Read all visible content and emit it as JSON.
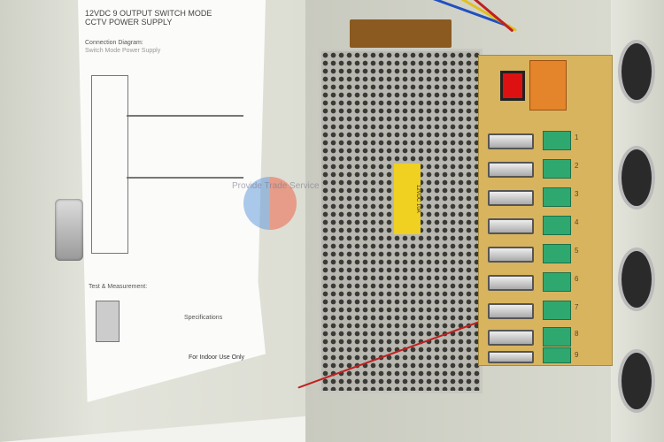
{
  "label": {
    "title_line1": "12VDC 9 OUTPUT SWITCH MODE",
    "title_line2": "CCTV POWER SUPPLY",
    "connection_diagram": "Connection Diagram:",
    "switch_mode": "Switch Mode Power Supply",
    "test_measurement": "Test & Measurement:",
    "specifications": "Specifications",
    "indoor": "For Indoor Use Only"
  },
  "sticker_text": "12VDC 10A",
  "board": {
    "outputs": [
      "1",
      "2",
      "3",
      "4",
      "5",
      "6",
      "7",
      "8",
      "9"
    ]
  },
  "watermark": "Provide Trade Service",
  "colors": {
    "door": "#dcddd3",
    "board": "#d9b45e",
    "terminal": "#2fa870",
    "switch": "#dd1111"
  }
}
